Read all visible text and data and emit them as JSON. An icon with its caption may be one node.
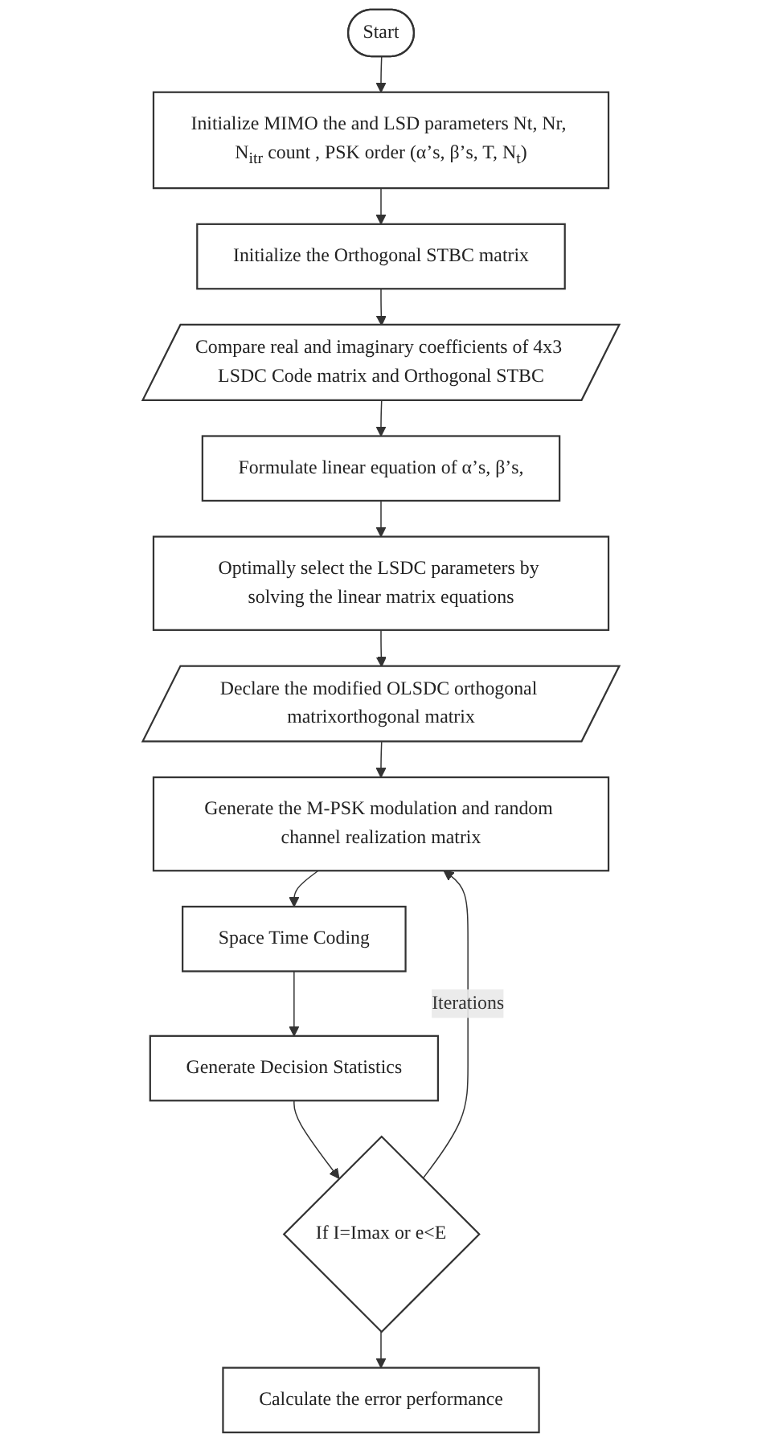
{
  "diagram": {
    "nodes": [
      {
        "text": [
          "Start"
        ]
      },
      {
        "text": [
          "Initialize MIMO the and LSD parameters Nt, Nr, N$_{itr}$ count , PSK order (α’s, β’s, T, N$_{t}$)"
        ]
      },
      {
        "text": [
          "Initialize the Orthogonal STBC matrix"
        ]
      },
      {
        "text": [
          "Compare real and imaginary coefficients of 4x3 LSDC Code matrix and Orthogonal STBC"
        ]
      },
      {
        "text": [
          "Formulate linear equation of α’s, β’s,"
        ]
      },
      {
        "text": [
          "Optimally select the LSDC parameters by solving the linear matrix equations"
        ]
      },
      {
        "text": [
          "Declare the modified OLSDC orthogonal matrixorthogonal matrix"
        ]
      },
      {
        "text": [
          "Generate the M-PSK modulation and random channel realization matrix"
        ]
      },
      {
        "text": [
          "Space Time Coding"
        ]
      },
      {
        "text": [
          "Generate Decision Statistics"
        ]
      },
      {
        "text": [
          "If I=Imax or e<E"
        ]
      },
      {
        "text": [
          "Calculate the error performance"
        ]
      }
    ],
    "edges": [
      {
        "from": 0,
        "to": 1,
        "arrow": "to"
      },
      {
        "from": 1,
        "to": 2,
        "arrow": "to"
      },
      {
        "from": 2,
        "to": 3,
        "arrow": "to"
      },
      {
        "from": 3,
        "to": 4,
        "arrow": "to"
      },
      {
        "from": 4,
        "to": 5,
        "arrow": "to"
      },
      {
        "from": 5,
        "to": 6,
        "arrow": "to"
      },
      {
        "from": 6,
        "to": 7,
        "arrow": "to"
      },
      {
        "from": 7,
        "to": 8,
        "arrow": "to"
      },
      {
        "from": 8,
        "to": 9,
        "arrow": "to"
      },
      {
        "from": 9,
        "to": 10,
        "arrow": "to"
      },
      {
        "from": 10,
        "to": 7,
        "arrow": "to",
        "label": "Iterations"
      },
      {
        "from": 10,
        "to": 11,
        "arrow": "to"
      }
    ]
  }
}
